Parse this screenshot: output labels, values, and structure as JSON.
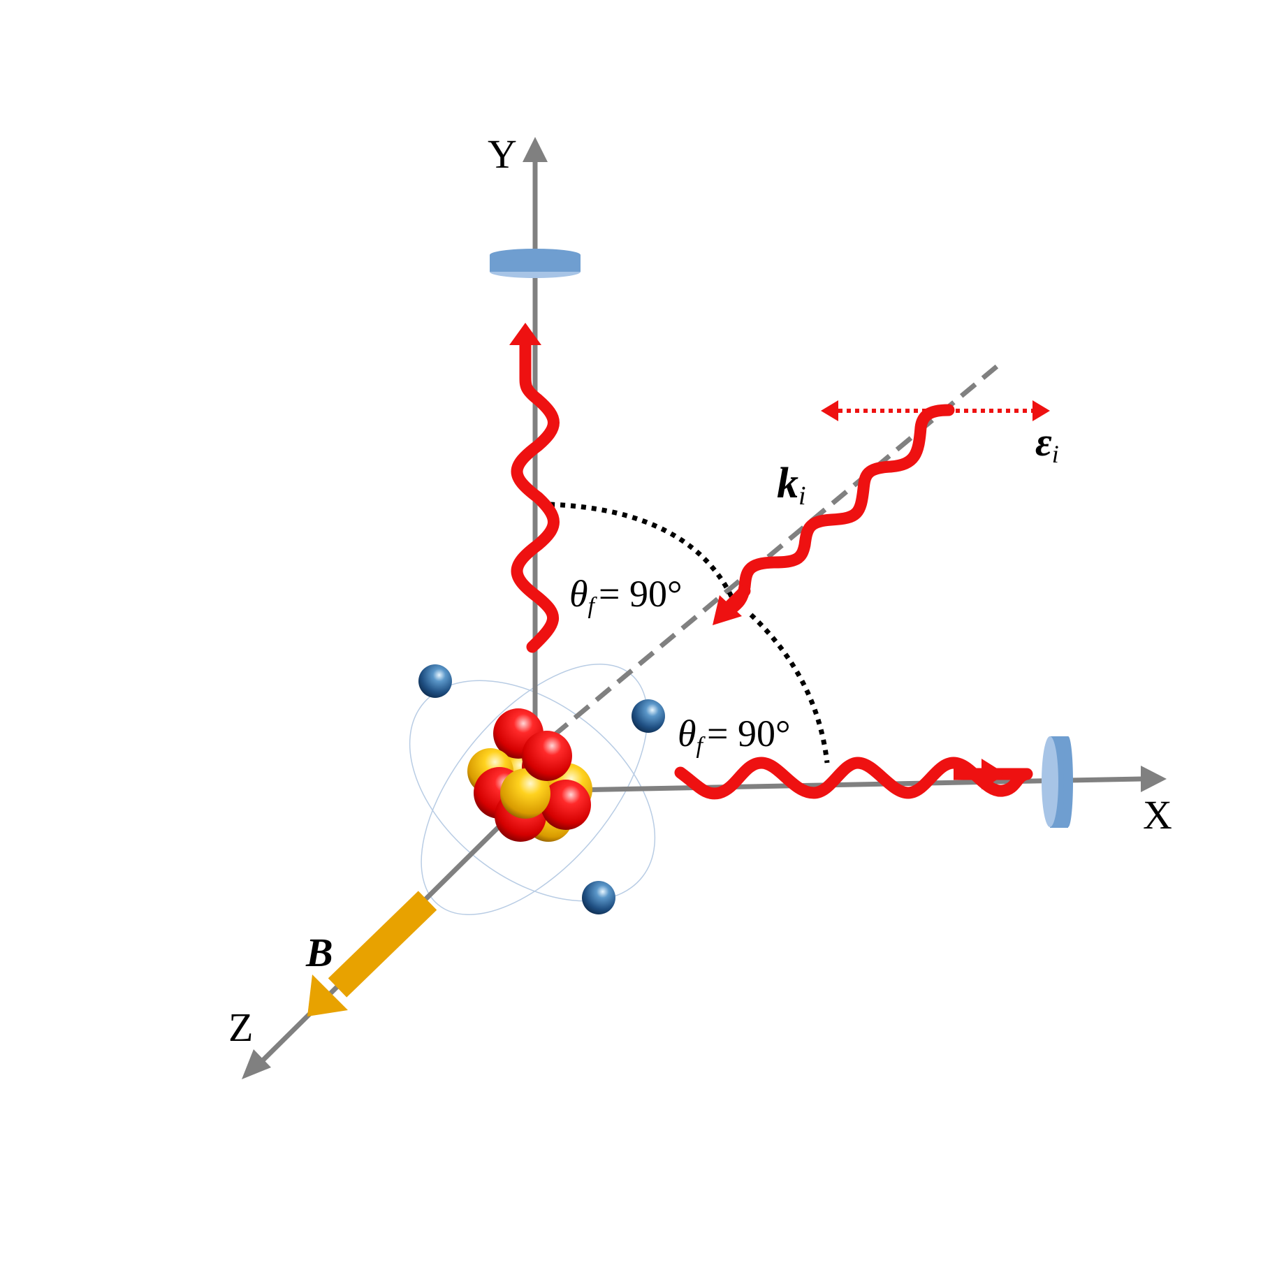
{
  "figure": {
    "description": "Photon scattering geometry: incident photon along diagonal, scattered photons detected along X and Y axes at 90 degrees, magnetic field along Z",
    "axes": {
      "x_label": "X",
      "y_label": "Y",
      "z_label": "Z"
    },
    "incident_photon": {
      "wavevector_symbol": "k",
      "wavevector_subscript": "i",
      "polarization_symbol": "ε",
      "polarization_subscript": "i"
    },
    "magnetic_field": {
      "symbol": "B"
    },
    "angles": [
      {
        "symbol": "θ",
        "subscript": "f",
        "value": "= 90°"
      },
      {
        "symbol": "θ",
        "subscript": "f",
        "value": "= 90°"
      }
    ],
    "colors": {
      "axis": "#808080",
      "photon": "#ee1111",
      "b_field": "#e8a200",
      "detector_top": "#6f9ed0",
      "detector_face": "#a7c4e6",
      "electron": "#1f4f82",
      "proton": "#dd1111",
      "neutron": "#f2c21a",
      "orbit": "#b8cce4"
    }
  }
}
